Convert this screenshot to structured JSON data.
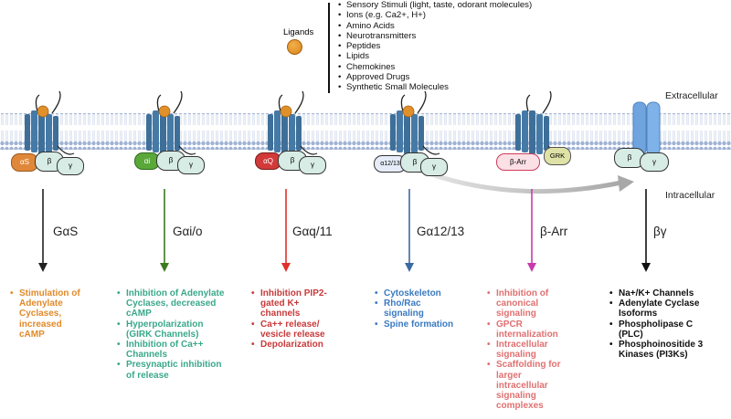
{
  "ligands": {
    "label": "Ligands",
    "items": [
      "Sensory Stimuli (light, taste, odorant molecules)",
      "Ions (e.g. Ca2+, H+)",
      "Amino Acids",
      "Neurotransmitters",
      "Peptides",
      "Lipids",
      "Chemokines",
      "Approved Drugs",
      "Synthetic Small Molecules"
    ]
  },
  "zones": {
    "extracellular": "Extracellular",
    "intracellular": "Intracellular"
  },
  "receptors": [
    {
      "alpha": "αS",
      "beta": "β",
      "gamma": "γ",
      "alpha_color": "#e0873a"
    },
    {
      "alpha": "αi",
      "beta": "β",
      "gamma": "γ",
      "alpha_color": "#5aa83a"
    },
    {
      "alpha": "αQ",
      "beta": "β",
      "gamma": "γ",
      "alpha_color": "#d23a3a"
    },
    {
      "alpha": "α12/13",
      "beta": "β",
      "gamma": "γ",
      "alpha_color": "#dde6f5"
    },
    {
      "arr": "β-Arr",
      "grk": "GRK"
    },
    {
      "beta": "β",
      "gamma": "γ"
    }
  ],
  "pathways": [
    {
      "label": "GαS",
      "color": "#222222",
      "outcomes": [
        "Stimulation of Adenylate Cyclases, increased cAMP"
      ],
      "text_color": "#e08a2a"
    },
    {
      "label": "Gαi/o",
      "color": "#3d7a1e",
      "outcomes": [
        "Inhibition of Adenylate Cyclases, decreased cAMP",
        "Hyperpolarization (GIRK Channels)",
        "Inhibition of Ca++ Channels",
        "Presynaptic inhibition of release"
      ],
      "text_color": "#3aa88a"
    },
    {
      "label": "Gαq/11",
      "color": "#e0302a",
      "outcomes": [
        "Inhibition PIP2-gated K+ channels",
        "Ca++ release/ vesicle release",
        "Depolarization"
      ],
      "text_color": "#c83a3a"
    },
    {
      "label": "Gα12/13",
      "color": "#3a6aa0",
      "outcomes": [
        "Cytoskeleton",
        "Rho/Rac signaling",
        "Spine formation"
      ],
      "text_color": "#3a7ac0"
    },
    {
      "label": "β-Arr",
      "color": "#c83aaa",
      "outcomes": [
        "Inhibition of canonical signaling",
        "GPCR internalization",
        "Intracellular signaling",
        "Scaffolding for larger intracellular signaling complexes"
      ],
      "text_color": "#e07070"
    },
    {
      "label": "βγ",
      "color": "#111111",
      "outcomes": [
        "Na+/K+ Channels",
        "Adenylate Cyclase Isoforms",
        "Phospholipase C (PLC)",
        "Phosphoinositide 3 Kinases (PI3Ks)"
      ],
      "text_color": "#111111"
    }
  ]
}
